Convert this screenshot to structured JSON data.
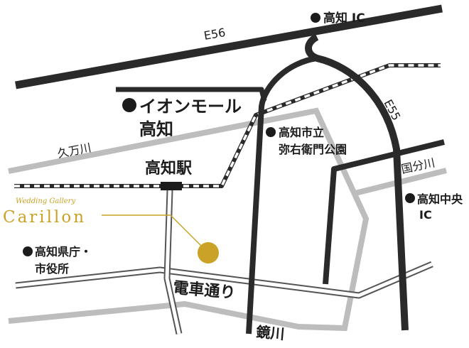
{
  "map": {
    "colors": {
      "road_major": "#2a2a2a",
      "river": "#bdbdbd",
      "tram": "#555555",
      "rail_dark": "#2a2a2a",
      "accent": "#c9a227"
    },
    "highways": {
      "e56": "E56",
      "e55": "E55"
    },
    "rivers": {
      "kumagawa": "久万川",
      "kokubugawa": "国分川",
      "kagamigawa": "鏡川"
    },
    "streets": {
      "tram_street": "電車通り"
    },
    "landmarks": {
      "kochi_ic": "高知 IC",
      "aeon_line1": "イオンモール",
      "aeon_line2": "高知",
      "park_line1": "高知市立",
      "park_line2": "弥右衛門公園",
      "kochi_station": "高知駅",
      "chuo_ic_line1": "高知中央",
      "chuo_ic_line2": "IC",
      "pref_office_line1": "高知県庁・",
      "pref_office_line2": "市役所"
    },
    "venue": {
      "subtitle": "Wedding Gallery",
      "name": "Carillon"
    }
  }
}
